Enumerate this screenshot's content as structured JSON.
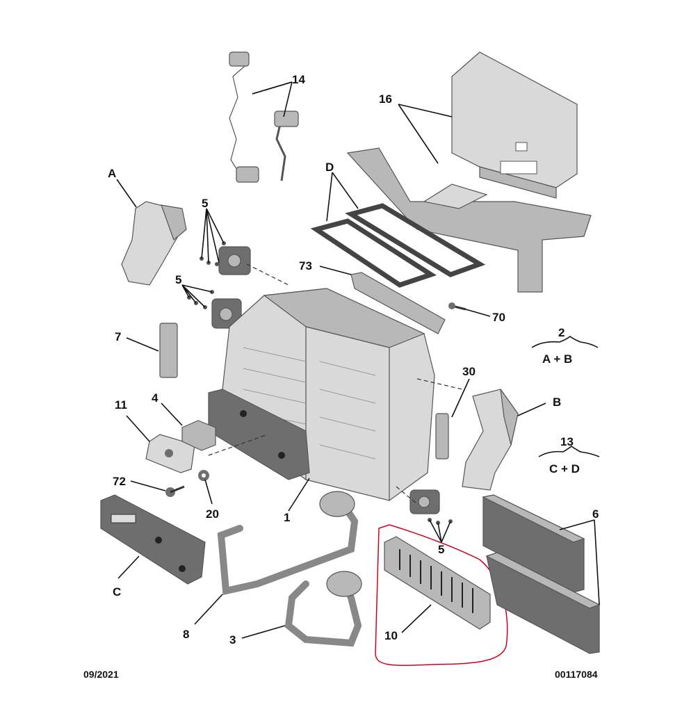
{
  "labels": {
    "l14": "14",
    "l16": "16",
    "lA": "A",
    "lD": "D",
    "l5a": "5",
    "l5b": "5",
    "l5c": "5",
    "l73": "73",
    "l70": "70",
    "l7": "7",
    "l2": "2",
    "l2sub": "A + B",
    "l30": "30",
    "lB": "B",
    "l11": "11",
    "l4": "4",
    "l13": "13",
    "l13sub": "C + D",
    "l72": "72",
    "l20": "20",
    "l1": "1",
    "l6": "6",
    "lC": "C",
    "l8": "8",
    "l3": "3",
    "l10": "10"
  },
  "footer": {
    "date": "09/2021",
    "ref": "00117084"
  },
  "colors": {
    "highlight": "#d0021b",
    "part_fill": "#c8c8c8",
    "outline": "#555555"
  }
}
